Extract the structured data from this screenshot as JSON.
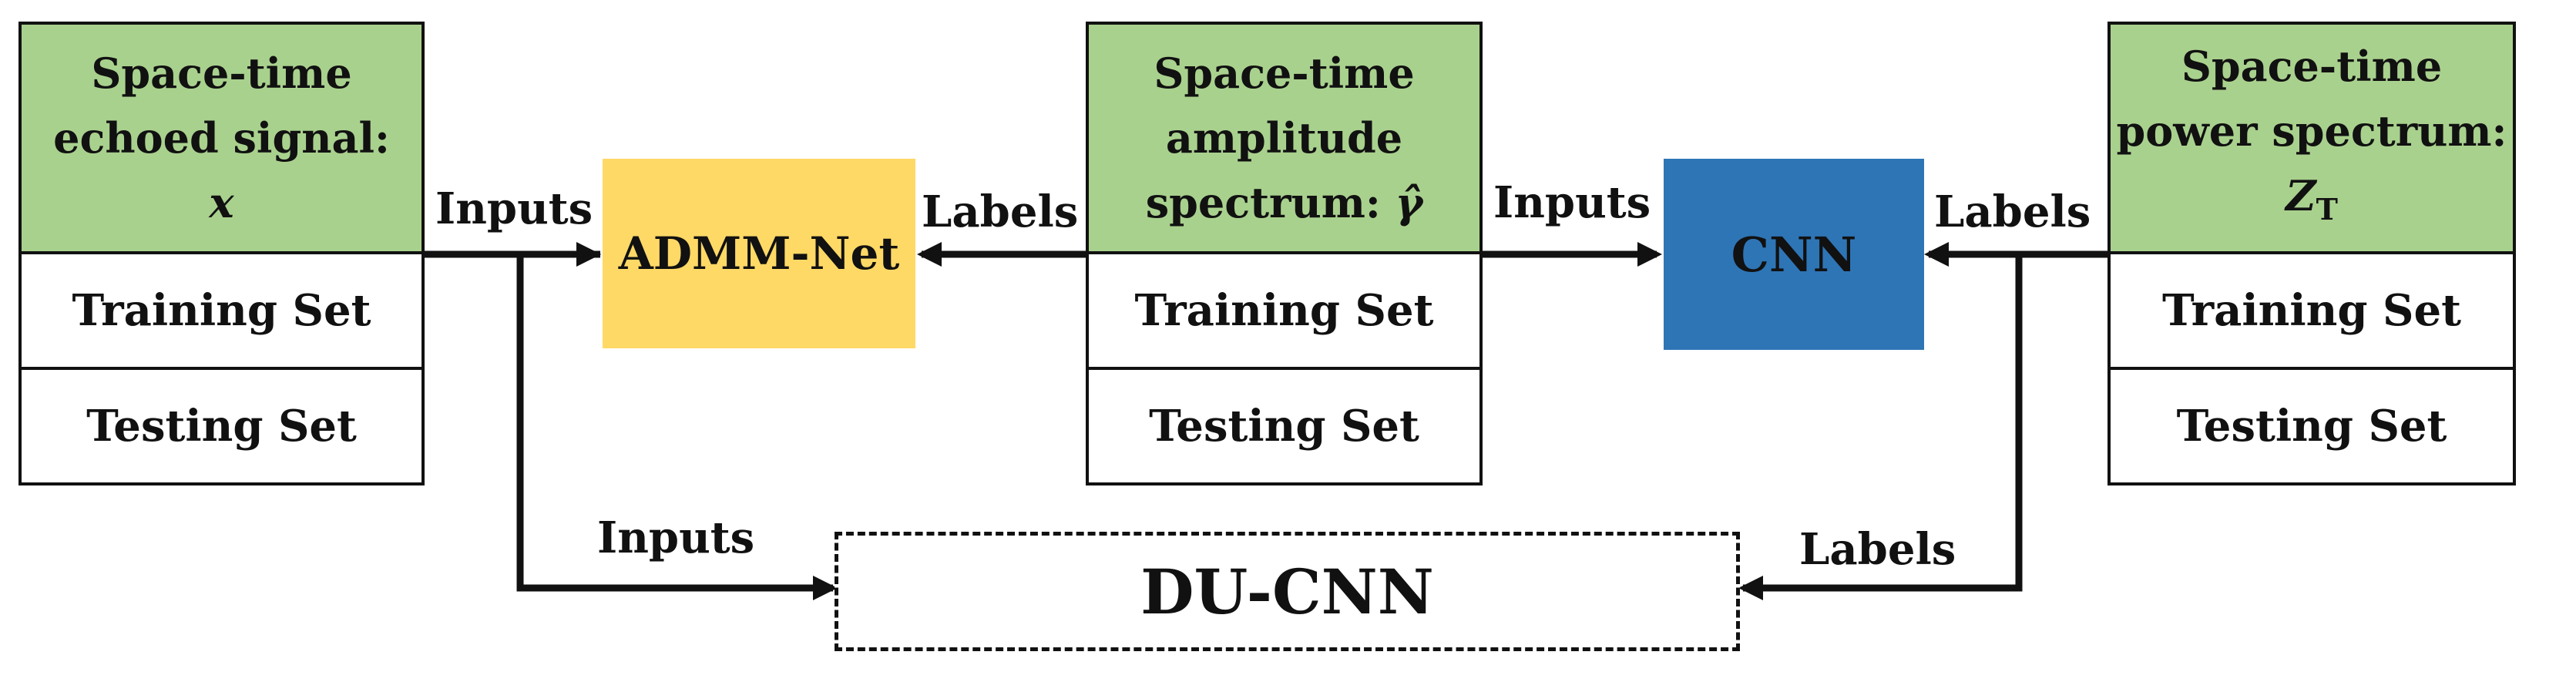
{
  "blocks": {
    "echoed": {
      "title_lines": [
        "Space-time",
        "echoed signal:"
      ],
      "symbol": "x",
      "rows": [
        "Training Set",
        "Testing Set"
      ],
      "fill": "#a9d18e"
    },
    "amplitude": {
      "title_lines": [
        "Space-time",
        "amplitude",
        "spectrum:"
      ],
      "symbol": "γ̂",
      "rows": [
        "Training Set",
        "Testing Set"
      ],
      "fill": "#a9d18e"
    },
    "power": {
      "title_lines": [
        "Space-time",
        "power spectrum:"
      ],
      "symbol": "Z",
      "subscript": "T",
      "rows": [
        "Training Set",
        "Testing Set"
      ],
      "fill": "#a9d18e"
    }
  },
  "networks": {
    "admm": {
      "label": "ADMM-Net",
      "fill": "#ffd966"
    },
    "cnn": {
      "label": "CNN",
      "fill": "#2e75b6"
    },
    "ducnn": {
      "label": "DU-CNN",
      "border": "dashed"
    }
  },
  "edge_labels": {
    "inputs": "Inputs",
    "labels": "Labels"
  }
}
